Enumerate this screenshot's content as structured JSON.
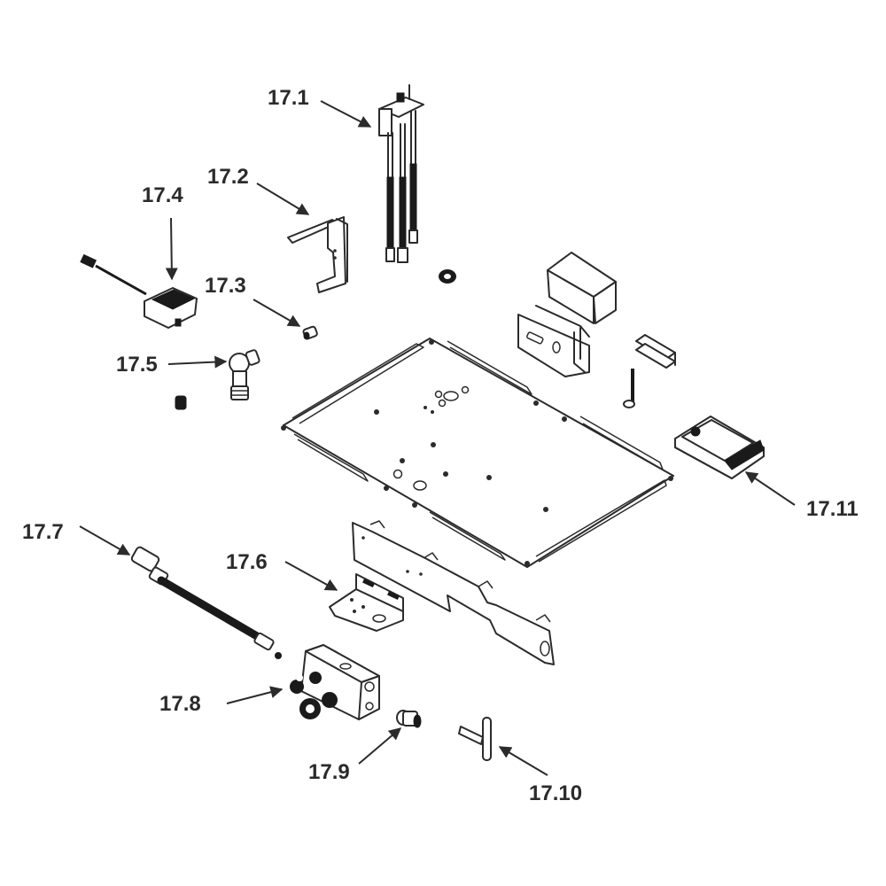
{
  "diagram": {
    "type": "exploded-parts-view",
    "accent_color": "#2b2b2b",
    "background_color": "#ffffff",
    "callouts": [
      {
        "id": "17.1",
        "label": "17.1",
        "part": "electrode-assembly"
      },
      {
        "id": "17.2",
        "label": "17.2",
        "part": "electrode-bracket"
      },
      {
        "id": "17.3",
        "label": "17.3",
        "part": "small-fitting"
      },
      {
        "id": "17.4",
        "label": "17.4",
        "part": "power-adapter"
      },
      {
        "id": "17.5",
        "label": "17.5",
        "part": "elbow-fitting"
      },
      {
        "id": "17.6",
        "label": "17.6",
        "part": "valve-bracket"
      },
      {
        "id": "17.7",
        "label": "17.7",
        "part": "gas-hose"
      },
      {
        "id": "17.8",
        "label": "17.8",
        "part": "gas-valve"
      },
      {
        "id": "17.9",
        "label": "17.9",
        "part": "orifice-fitting"
      },
      {
        "id": "17.10",
        "label": "17.10",
        "part": "tee-pin"
      },
      {
        "id": "17.11",
        "label": "17.11",
        "part": "control-module"
      }
    ]
  }
}
